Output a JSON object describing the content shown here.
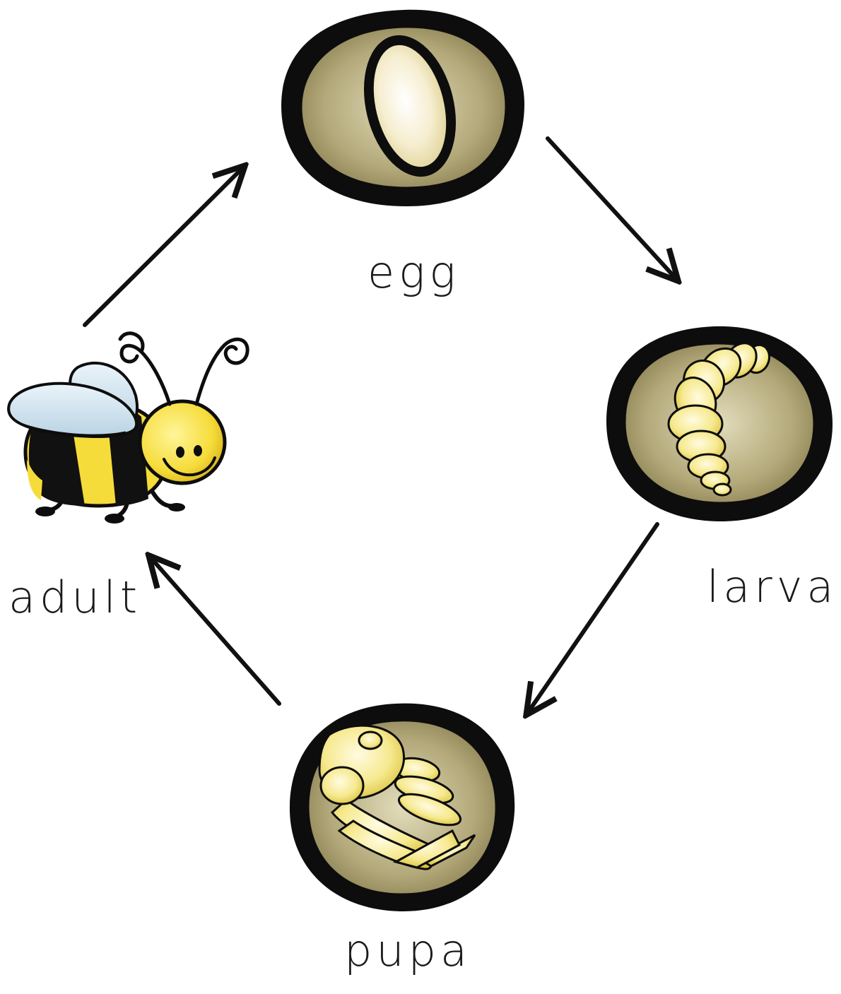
{
  "diagram": {
    "stages": [
      {
        "id": "egg",
        "label": "egg"
      },
      {
        "id": "larva",
        "label": "larva"
      },
      {
        "id": "pupa",
        "label": "pupa"
      },
      {
        "id": "adult",
        "label": "adult"
      }
    ],
    "cycle_order": [
      "egg",
      "larva",
      "pupa",
      "adult",
      "egg"
    ]
  },
  "colors": {
    "outline": "#0d0d0d",
    "cell_fill": "#a39a6a",
    "cell_light": "#d8d1ab",
    "body_yellow": "#f3e27a",
    "body_light": "#fbf3c2",
    "egg_fill": "#f4eccb",
    "wing_blue": "#cfe3ef",
    "bee_yellow": "#f6dc3a",
    "arrow": "#111111"
  }
}
